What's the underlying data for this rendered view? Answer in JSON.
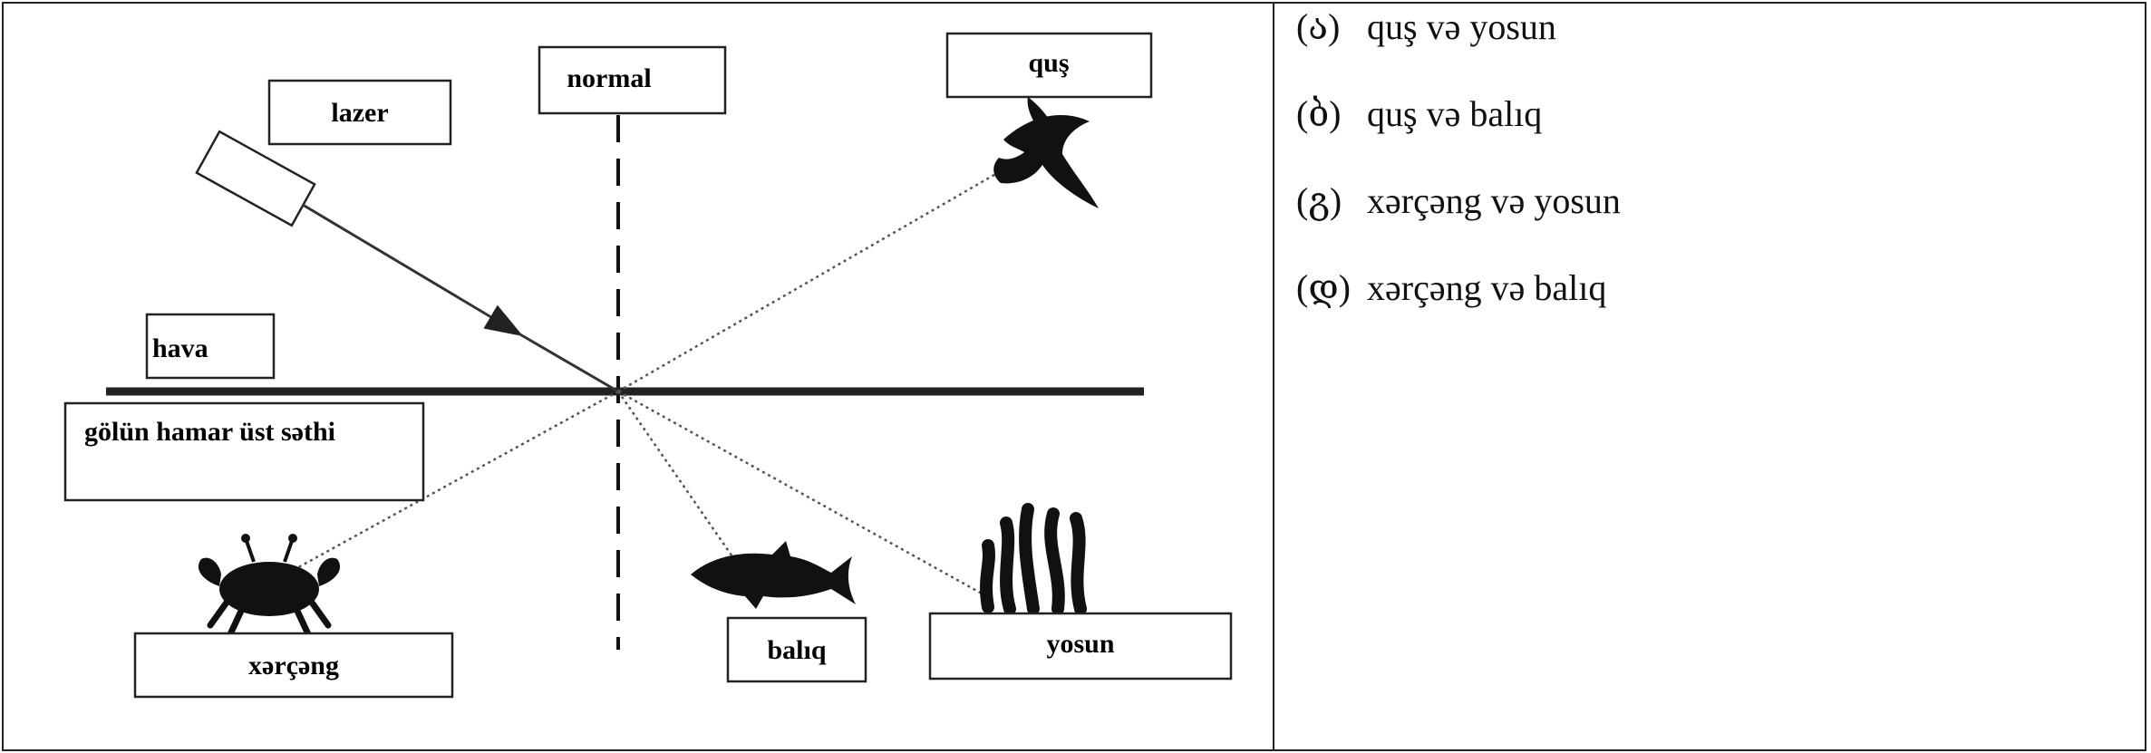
{
  "diagram": {
    "labels": {
      "laser": "lazer",
      "normal": "normal",
      "bird": "quş",
      "air": "hava",
      "surface": "gölün hamar üst səthi",
      "crab": "xərçəng",
      "fish": "balıq",
      "seaweed": "yosun"
    }
  },
  "options": [
    {
      "mark": "(ა)",
      "text": "quş və yosun"
    },
    {
      "mark": "(ბ)",
      "text": "quş və balıq"
    },
    {
      "mark": "(გ)",
      "text": "xərçəng və yosun"
    },
    {
      "mark": "(დ)",
      "text": "xərçəng və balıq"
    }
  ]
}
